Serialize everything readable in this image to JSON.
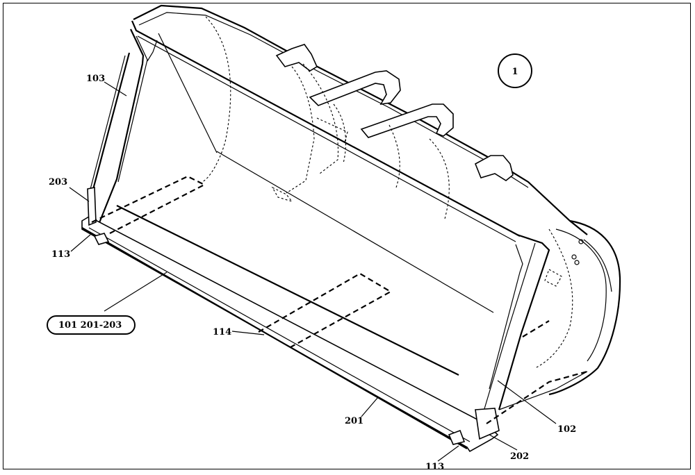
{
  "callout_circle": "1",
  "labels": {
    "l103": "103",
    "l203": "203",
    "l113_top": "113",
    "l101": "101  201-203",
    "l114": "114",
    "l201": "201",
    "l102": "102",
    "l202": "202",
    "l113_bottom": "113"
  }
}
